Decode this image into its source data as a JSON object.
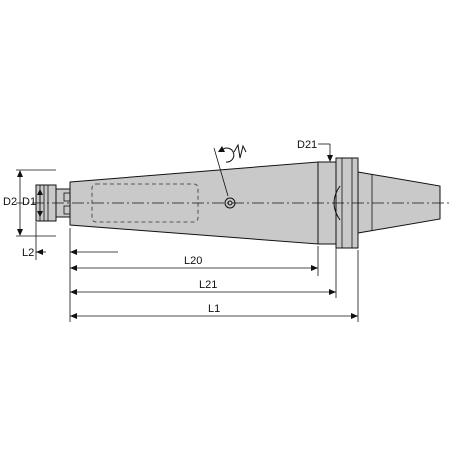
{
  "diagram": {
    "labels": {
      "d2": "D2",
      "d1": "D1",
      "l2": "L2",
      "l20": "L20",
      "l21": "L21",
      "l1": "L1",
      "d21": "D21"
    },
    "colors": {
      "body": "#c9c9c9",
      "line": "#111111",
      "background": "#ffffff"
    },
    "icons": [
      "rotation-icon",
      "tool-symbol-icon"
    ]
  }
}
